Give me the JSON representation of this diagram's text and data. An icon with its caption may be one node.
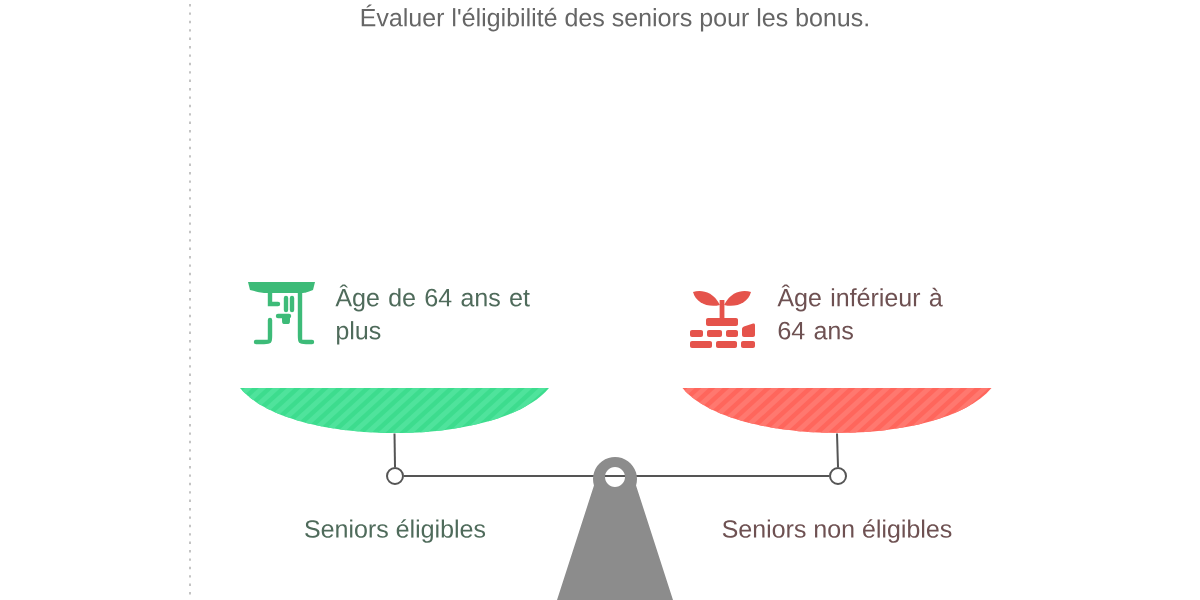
{
  "diagram": {
    "title": "Évaluer l'éligibilité des seniors pour les bonus.",
    "nodes": [
      {
        "text": [],
        "shape": "bowl",
        "beside": [
          "Âge de 64 ans et plus"
        ]
      },
      {
        "text": [],
        "shape": "bowl",
        "beside": [
          "Âge inférieur à 64 ans"
        ]
      },
      {
        "text": [],
        "shape": "circle",
        "beside": [
          "Seniors éligibles"
        ]
      },
      {
        "text": [],
        "shape": "circle",
        "beside": [
          "Seniors non éligibles"
        ]
      }
    ],
    "edges": [
      {
        "from": 0,
        "to": 2,
        "arrow": "none"
      },
      {
        "from": 1,
        "to": 3,
        "arrow": "none"
      },
      {
        "from": 2,
        "to": 3,
        "arrow": "none"
      }
    ]
  }
}
